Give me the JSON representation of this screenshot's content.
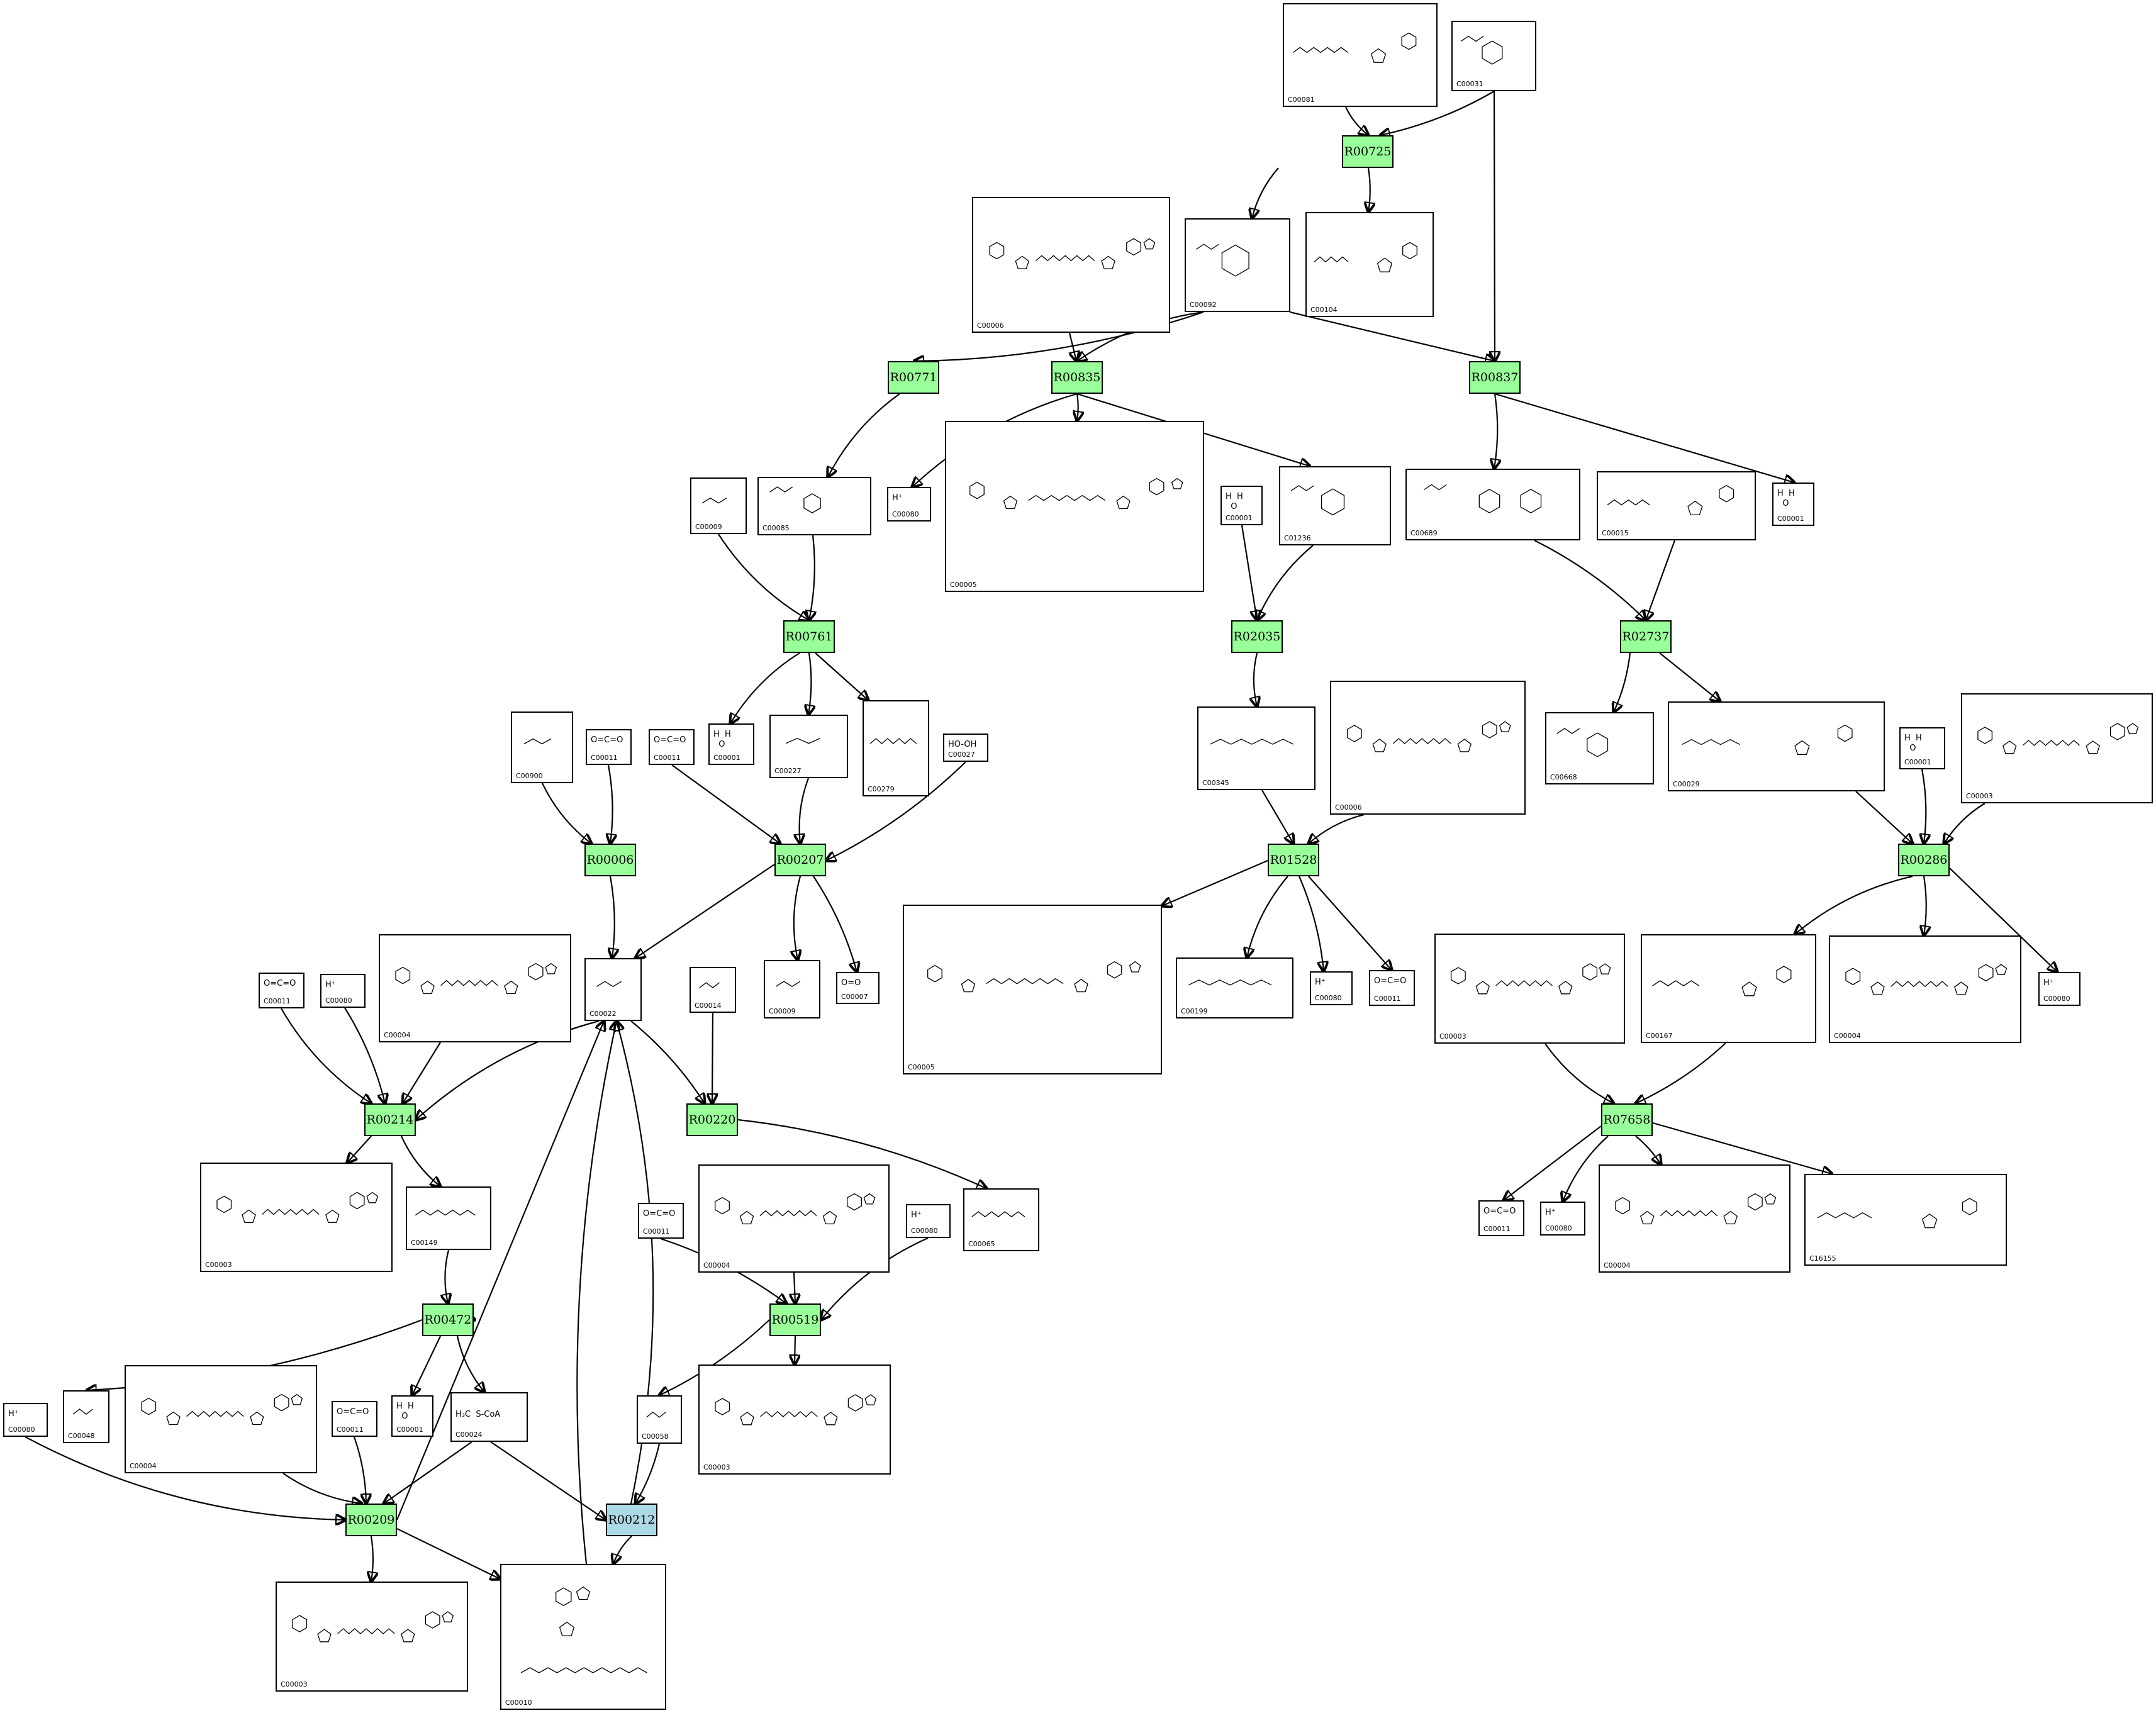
{
  "colors": {
    "reaction": "#99ff99",
    "reaction_highlight": "#add8e6",
    "compound_border": "#000000",
    "edge": "#000000"
  },
  "reactions": {
    "R00725": "R00725",
    "R00771": "R00771",
    "R00835": "R00835",
    "R00837": "R00837",
    "R00761": "R00761",
    "R02035": "R02035",
    "R02737": "R02737",
    "R00006": "R00006",
    "R00207": "R00207",
    "R01528": "R01528",
    "R00286": "R00286",
    "R00214": "R00214",
    "R00220": "R00220",
    "R07658": "R07658",
    "R00472": "R00472",
    "R00519": "R00519",
    "R00209": "R00209",
    "R00212": "R00212"
  },
  "compounds": {
    "c00081": {
      "id": "C00081"
    },
    "c00031": {
      "id": "C00031"
    },
    "c00006_a": {
      "id": "C00006"
    },
    "c00092": {
      "id": "C00092"
    },
    "c00104": {
      "id": "C00104"
    },
    "c00080_a": {
      "id": "C00080",
      "label": "H⁺"
    },
    "c00005_a": {
      "id": "C00005"
    },
    "c00009_a": {
      "id": "C00009"
    },
    "c00085": {
      "id": "C00085"
    },
    "c00001_a": {
      "id": "C00001",
      "label": "H  H\n  O"
    },
    "c01236": {
      "id": "C01236"
    },
    "c00689": {
      "id": "C00689"
    },
    "c00015": {
      "id": "C00015"
    },
    "c00001_b": {
      "id": "C00001",
      "label": "H  H\n  O"
    },
    "c00900": {
      "id": "C00900"
    },
    "c00011_a": {
      "id": "C00011",
      "label": "O=C=O"
    },
    "c00011_b": {
      "id": "C00011",
      "label": "O=C=O"
    },
    "c00001_c": {
      "id": "C00001",
      "label": "H  H\n  O"
    },
    "c00227": {
      "id": "C00227"
    },
    "c00279": {
      "id": "C00279"
    },
    "c00027": {
      "id": "C00027",
      "label": "HO-OH"
    },
    "c00345": {
      "id": "C00345"
    },
    "c00006_b": {
      "id": "C00006"
    },
    "c00668": {
      "id": "C00668"
    },
    "c00029": {
      "id": "C00029"
    },
    "c00001_d": {
      "id": "C00001",
      "label": "H  H\n  O"
    },
    "c00003_a": {
      "id": "C00003"
    },
    "c00011_c": {
      "id": "C00011",
      "label": "O=C=O"
    },
    "c00080_b": {
      "id": "C00080",
      "label": "H⁺"
    },
    "c00004_a": {
      "id": "C00004"
    },
    "c00022": {
      "id": "C00022"
    },
    "c00014": {
      "id": "C00014"
    },
    "c00009_b": {
      "id": "C00009"
    },
    "c00007": {
      "id": "C00007",
      "label": "O=O"
    },
    "c00005_b": {
      "id": "C00005"
    },
    "c00199": {
      "id": "C00199"
    },
    "c00080_c": {
      "id": "C00080",
      "label": "H⁺"
    },
    "c00011_d": {
      "id": "C00011",
      "label": "O=C=O"
    },
    "c00003_b": {
      "id": "C00003"
    },
    "c00167": {
      "id": "C00167"
    },
    "c00004_b": {
      "id": "C00004"
    },
    "c00080_d": {
      "id": "C00080",
      "label": "H⁺"
    },
    "c00003_c": {
      "id": "C00003"
    },
    "c00149": {
      "id": "C00149"
    },
    "c00011_e": {
      "id": "C00011",
      "label": "O=C=O"
    },
    "c00004_c": {
      "id": "C00004"
    },
    "c00080_e": {
      "id": "C00080",
      "label": "H⁺"
    },
    "c00065": {
      "id": "C00065"
    },
    "c00011_f": {
      "id": "C00011",
      "label": "O=C=O"
    },
    "c00080_f": {
      "id": "C00080",
      "label": "H⁺"
    },
    "c00004_d": {
      "id": "C00004"
    },
    "c16155": {
      "id": "C16155"
    },
    "c00080_g": {
      "id": "C00080",
      "label": "H⁺"
    },
    "c00048": {
      "id": "C00048"
    },
    "c00004_e": {
      "id": "C00004"
    },
    "c00011_g": {
      "id": "C00011",
      "label": "O=C=O"
    },
    "c00001_e": {
      "id": "C00001",
      "label": "H  H\n  O"
    },
    "c00024": {
      "id": "C00024",
      "label": "H₃C  S-CoA"
    },
    "c00058": {
      "id": "C00058"
    },
    "c00003_d": {
      "id": "C00003"
    },
    "c00003_e": {
      "id": "C00003"
    },
    "c00010": {
      "id": "C00010"
    }
  }
}
